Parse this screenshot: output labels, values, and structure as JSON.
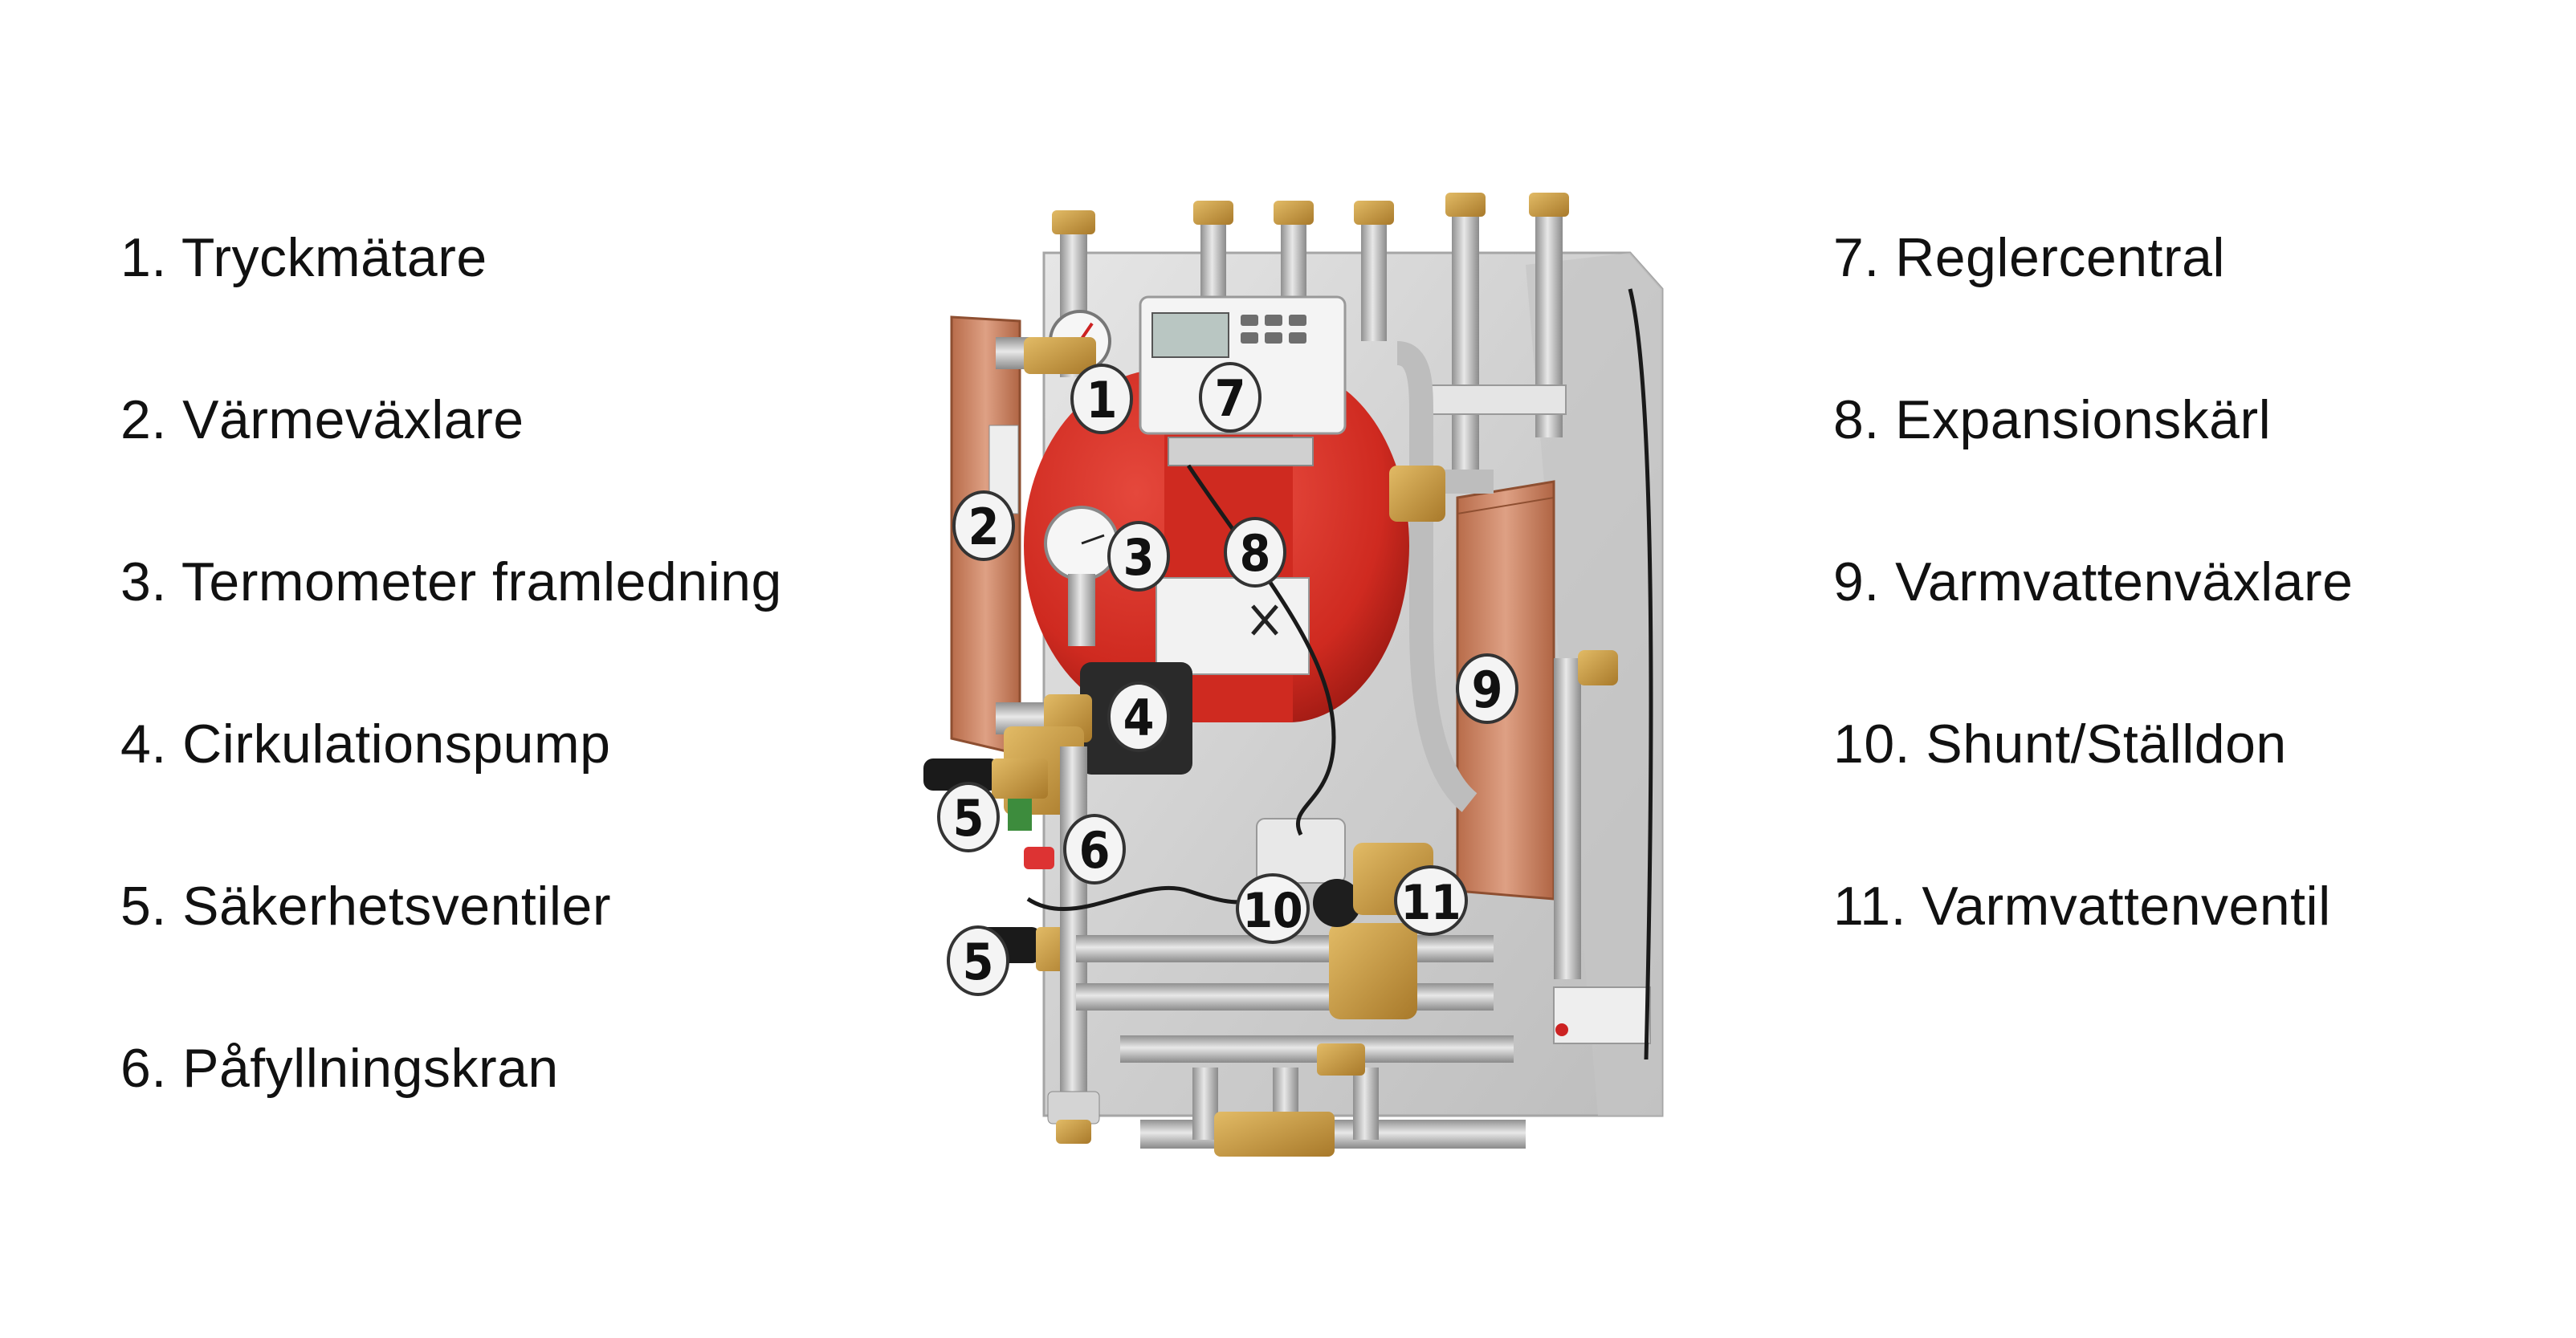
{
  "legend_left": [
    {
      "label": "1. Tryckmätare"
    },
    {
      "label": "2. Värmeväxlare"
    },
    {
      "label": "3. Termometer framledning"
    },
    {
      "label": "4. Cirkulationspump"
    },
    {
      "label": "5. Säkerhetsventiler"
    },
    {
      "label": "6. Påfyllningskran"
    }
  ],
  "legend_right": [
    {
      "label": "7. Reglercentral"
    },
    {
      "label": "8. Expansionskärl"
    },
    {
      "label": "9. Varmvattenväxlare"
    },
    {
      "label": "10. Shunt/Ställdon"
    },
    {
      "label": "11. Varmvattenventil"
    }
  ],
  "callouts": {
    "c1": "1",
    "c2": "2",
    "c3": "3",
    "c4": "4",
    "c5a": "5",
    "c5b": "5",
    "c6": "6",
    "c7": "7",
    "c8": "8",
    "c9": "9",
    "c10": "10",
    "c11": "11"
  },
  "colors": {
    "vessel": "#cf2a20",
    "copper": "#c9825f",
    "brass": "#c99a3c",
    "steel": "#b8b8b8",
    "plate": "#d3d3d3"
  }
}
